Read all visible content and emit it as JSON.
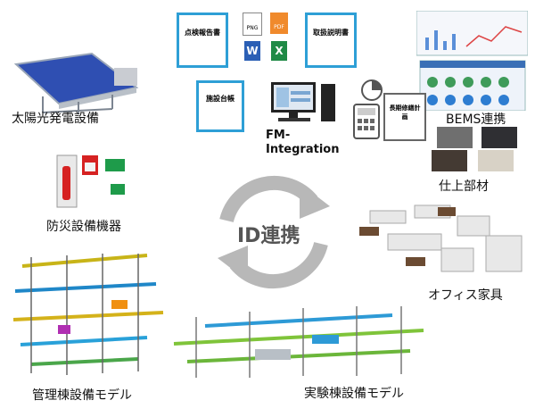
{
  "center": {
    "label": "ID連携"
  },
  "labels": {
    "solar": "太陽光発電設備",
    "fire": "防災設備機器",
    "mgmt": "管理棟設備モデル",
    "lab": "実験棟設備モデル",
    "office": "オフィス家具",
    "finish": "仕上部材",
    "bems": "BEMS連携",
    "fm": "FM-\nIntegration"
  },
  "documents": {
    "inspection": "点検報告書",
    "manual": "取扱説明書",
    "ledger": "施設台帳",
    "longterm": "長期修繕計画"
  },
  "fileIcons": {
    "png": "PNG",
    "pdf": "PDF",
    "word": "W",
    "excel": "X"
  },
  "colors": {
    "arrow": "#b8b8b8",
    "docBlue": "#2e9fd6",
    "idText": "#555555"
  }
}
